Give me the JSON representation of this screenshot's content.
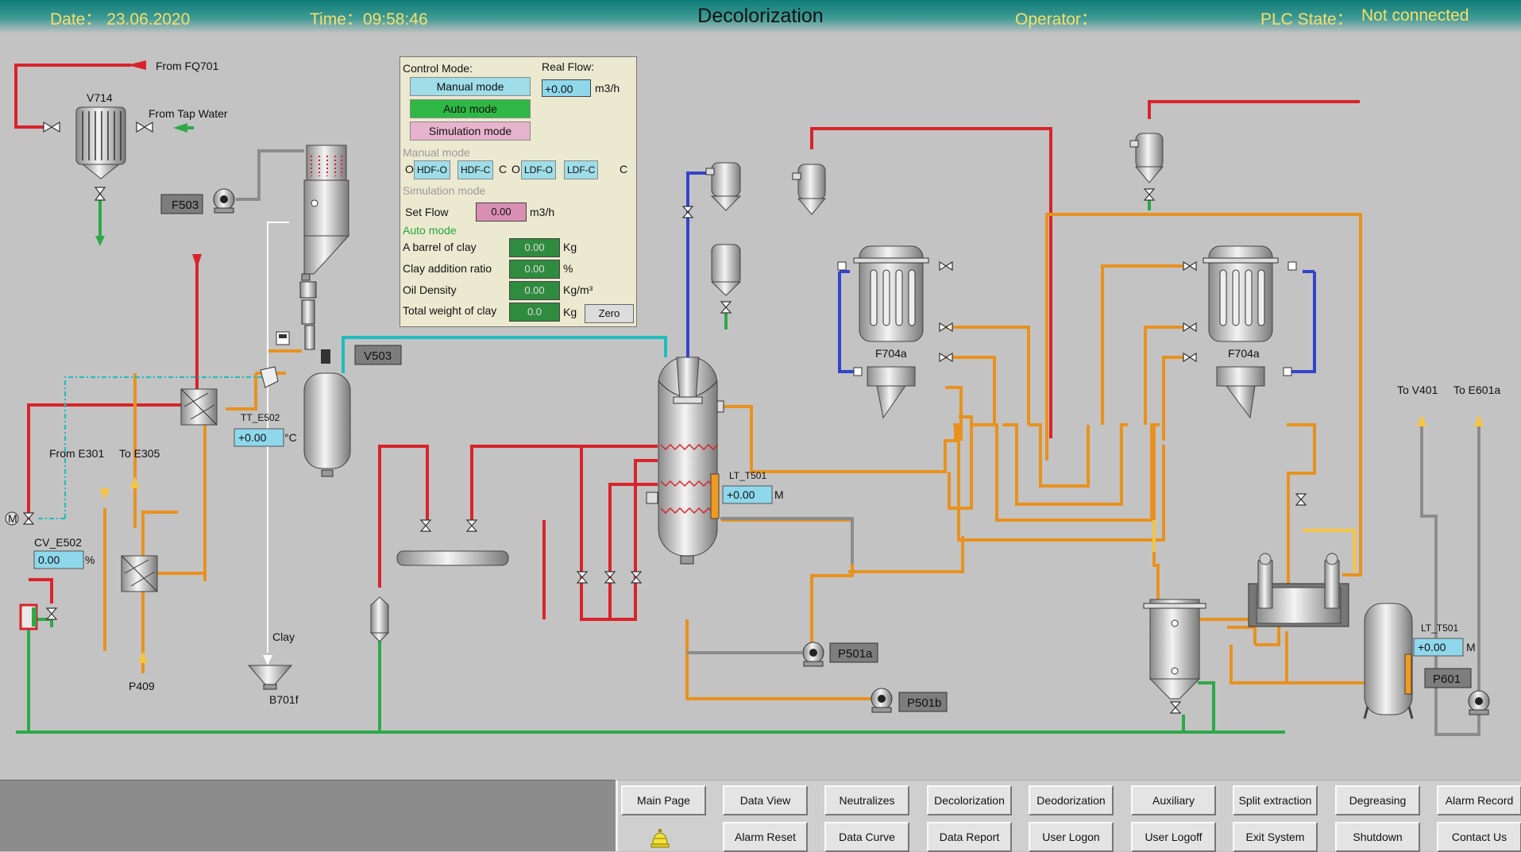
{
  "header": {
    "date_label": "Date： 23.06.2020",
    "time_label": "Time：09:58:46",
    "title": "Decolorization",
    "operator_label": "Operator：",
    "plc_label": "PLC State：",
    "plc_value": "Not connected"
  },
  "colors": {
    "header_text": "#f5e06a",
    "pipe_red": "#d9232a",
    "pipe_orange": "#e8921e",
    "pipe_green": "#2fa84a",
    "pipe_blue": "#3344cc",
    "pipe_teal": "#1fbcc0",
    "pipe_gray": "#8c8c8c",
    "value_box": "#8fd8ec"
  },
  "labels": {
    "from_fq701": "From FQ701",
    "v714": "V714",
    "from_tap_water": "From Tap Water",
    "from_e301": "From E301",
    "to_e305": "To E305",
    "p409": "P409",
    "cv_e502": "CV_E502",
    "tt_e502": "TT_E502",
    "clay": "Clay",
    "b701f": "B701f",
    "lt_t501": "LT_T501",
    "f704a_left": "F704a",
    "f704a_right": "F704a",
    "to_v401": "To V401",
    "to_e601a": "To E601a",
    "lt_t501_right": "LT_T501",
    "m_unit_1": "M",
    "m_unit_2": "M",
    "pct_unit": "%",
    "deg_c_unit": "°C",
    "motor_m": "M"
  },
  "tags": {
    "f503": "F503",
    "v503": "V503",
    "p501a": "P501a",
    "p501b": "P501b",
    "p601": "P601"
  },
  "values": {
    "tt_e502": "+0.00",
    "cv_e502": "0.00",
    "lt_t501": "+0.00",
    "lt_t501_right": "+0.00"
  },
  "panel": {
    "control_mode": "Control Mode:",
    "real_flow_label": "Real Flow:",
    "real_flow_value": "+0.00",
    "real_flow_unit": "m3/h",
    "manual_mode_btn": "Manual mode",
    "auto_mode_btn": "Auto mode",
    "simulation_mode_btn": "Simulation mode",
    "manual_mode_heading": "Manual mode",
    "o1": "O",
    "hdf_o": "HDF-O",
    "hdf_c": "HDF-C",
    "c1": "C",
    "o2": "O",
    "ldf_o": "LDF-O",
    "ldf_c": "LDF-C",
    "c2": "C",
    "simulation_mode_heading": "Simulation mode",
    "set_flow_label": "Set Flow",
    "set_flow_value": "0.00",
    "set_flow_unit": "m3/h",
    "auto_mode_heading": "Auto mode",
    "barrel_label": "A barrel of clay",
    "barrel_value": "0.00",
    "barrel_unit": "Kg",
    "ratio_label": "Clay addition ratio",
    "ratio_value": "0.00",
    "ratio_unit": "%",
    "density_label": "Oil Density",
    "density_value": "0.00",
    "density_unit": "Kg/m³",
    "total_label": "Total weight of clay",
    "total_value": "0.0",
    "total_unit": "Kg",
    "zero_btn": "Zero"
  },
  "nav_row1": [
    "Main Page",
    "Data View",
    "Neutralizes",
    "Decolorization",
    "Deodorization",
    "Auxiliary",
    "Split extraction",
    "Degreasing",
    "Alarm Record"
  ],
  "nav_row2": [
    "Alarm Reset",
    "Data Curve",
    "Data Report",
    "User Logon",
    "User Logoff",
    "Exit System",
    "Shutdown",
    "Contact Us"
  ]
}
